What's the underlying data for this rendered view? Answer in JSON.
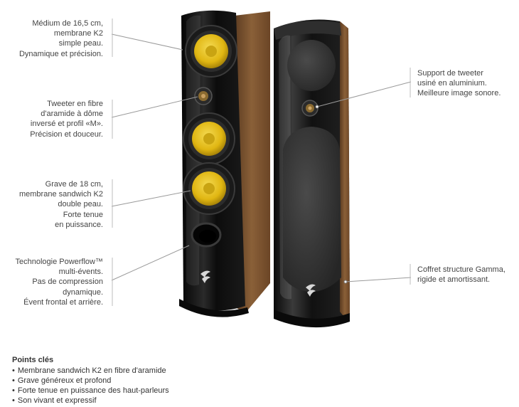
{
  "callouts": {
    "midrange": [
      "Médium de 16,5 cm,",
      "membrane K2",
      "simple peau.",
      "Dynamique et précision."
    ],
    "tweeter": [
      "Tweeter en fibre",
      "d'aramide à dôme",
      "inversé et profil «M».",
      "Précision et douceur."
    ],
    "woofer": [
      "Grave de 18 cm,",
      "membrane sandwich K2",
      "double peau.",
      "Forte tenue",
      "en puissance."
    ],
    "powerflow": [
      "Technologie Powerflow™",
      "multi-évents.",
      "Pas de compression",
      "dynamique.",
      "Évent frontal et arrière."
    ],
    "tweeter_support": [
      "Support de tweeter",
      "usiné en aluminium.",
      "Meilleure image sonore."
    ],
    "cabinet": [
      "Coffret structure Gamma,",
      "rigide et amortissant."
    ]
  },
  "key_points": {
    "title": "Points clés",
    "items": [
      "Membrane sandwich K2 en fibre d'aramide",
      "Grave généreux et profond",
      "Forte tenue en puissance des haut-parleurs",
      "Son vivant et expressif"
    ]
  },
  "colors": {
    "walnut": "#7a5230",
    "gloss_black": "#141414",
    "driver_yellow": "#e8c21a",
    "callout_line": "#9a9a9a"
  }
}
